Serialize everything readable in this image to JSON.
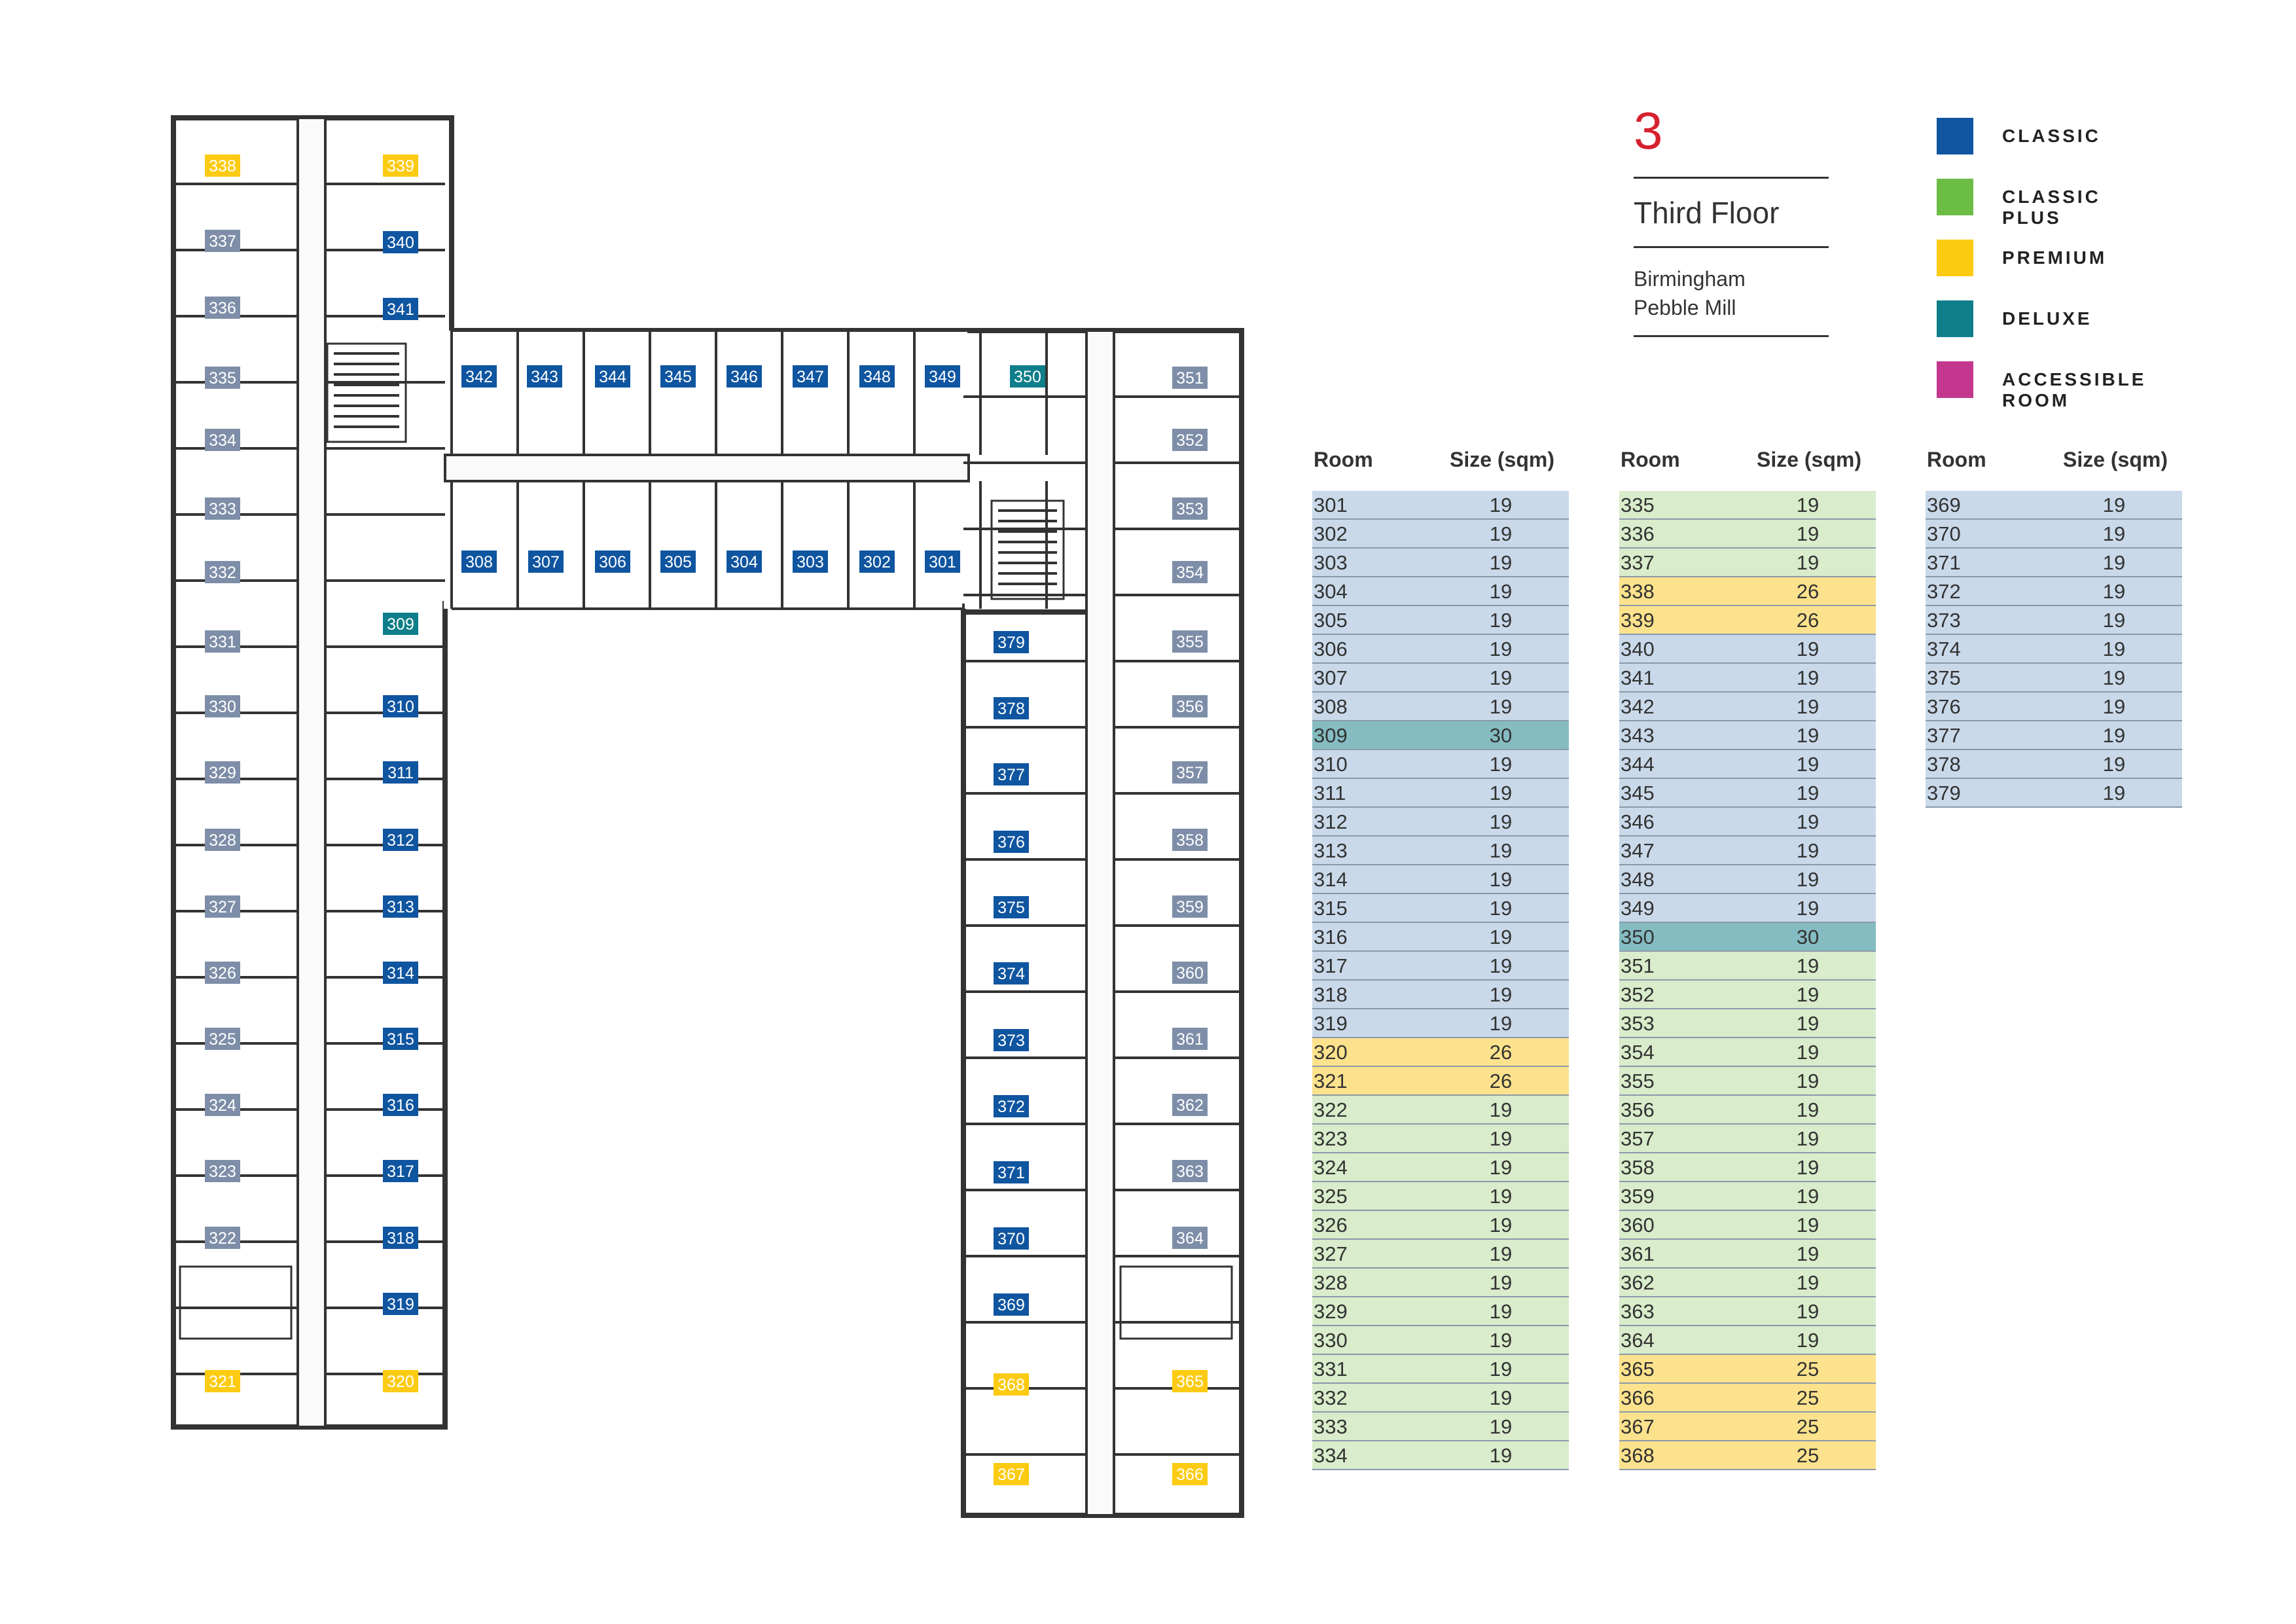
{
  "floor_number": "3",
  "floor_name": "Third Floor",
  "location": [
    "Birmingham",
    "Pebble Mill"
  ],
  "colors": {
    "classic": "#0f55a0",
    "classic_plus": "#6cbd45",
    "premium": "#fccb12",
    "deluxe": "#0e7e8a",
    "accessible": "#c4378f",
    "plan_label_grey": "#7e8ea8"
  },
  "legend": [
    {
      "key": "classic",
      "label": "CLASSIC"
    },
    {
      "key": "classic_plus",
      "label": "CLASSIC PLUS"
    },
    {
      "key": "premium",
      "label": "PREMIUM"
    },
    {
      "key": "deluxe",
      "label": "DELUXE"
    },
    {
      "key": "accessible",
      "label": "ACCESSIBLE ROOM"
    }
  ],
  "table_header": {
    "room": "Room",
    "size": "Size (sqm)"
  },
  "rooms": [
    {
      "room": "301",
      "size": "19",
      "type": "classic"
    },
    {
      "room": "302",
      "size": "19",
      "type": "classic"
    },
    {
      "room": "303",
      "size": "19",
      "type": "classic"
    },
    {
      "room": "304",
      "size": "19",
      "type": "classic"
    },
    {
      "room": "305",
      "size": "19",
      "type": "classic"
    },
    {
      "room": "306",
      "size": "19",
      "type": "classic"
    },
    {
      "room": "307",
      "size": "19",
      "type": "classic"
    },
    {
      "room": "308",
      "size": "19",
      "type": "classic"
    },
    {
      "room": "309",
      "size": "30",
      "type": "deluxe"
    },
    {
      "room": "310",
      "size": "19",
      "type": "classic"
    },
    {
      "room": "311",
      "size": "19",
      "type": "classic"
    },
    {
      "room": "312",
      "size": "19",
      "type": "classic"
    },
    {
      "room": "313",
      "size": "19",
      "type": "classic"
    },
    {
      "room": "314",
      "size": "19",
      "type": "classic"
    },
    {
      "room": "315",
      "size": "19",
      "type": "classic"
    },
    {
      "room": "316",
      "size": "19",
      "type": "classic"
    },
    {
      "room": "317",
      "size": "19",
      "type": "classic"
    },
    {
      "room": "318",
      "size": "19",
      "type": "classic"
    },
    {
      "room": "319",
      "size": "19",
      "type": "classic"
    },
    {
      "room": "320",
      "size": "26",
      "type": "premium"
    },
    {
      "room": "321",
      "size": "26",
      "type": "premium"
    },
    {
      "room": "322",
      "size": "19",
      "type": "classic_plus"
    },
    {
      "room": "323",
      "size": "19",
      "type": "classic_plus"
    },
    {
      "room": "324",
      "size": "19",
      "type": "classic_plus"
    },
    {
      "room": "325",
      "size": "19",
      "type": "classic_plus"
    },
    {
      "room": "326",
      "size": "19",
      "type": "classic_plus"
    },
    {
      "room": "327",
      "size": "19",
      "type": "classic_plus"
    },
    {
      "room": "328",
      "size": "19",
      "type": "classic_plus"
    },
    {
      "room": "329",
      "size": "19",
      "type": "classic_plus"
    },
    {
      "room": "330",
      "size": "19",
      "type": "classic_plus"
    },
    {
      "room": "331",
      "size": "19",
      "type": "classic_plus"
    },
    {
      "room": "332",
      "size": "19",
      "type": "classic_plus"
    },
    {
      "room": "333",
      "size": "19",
      "type": "classic_plus"
    },
    {
      "room": "334",
      "size": "19",
      "type": "classic_plus"
    },
    {
      "room": "335",
      "size": "19",
      "type": "classic_plus"
    },
    {
      "room": "336",
      "size": "19",
      "type": "classic_plus"
    },
    {
      "room": "337",
      "size": "19",
      "type": "classic_plus"
    },
    {
      "room": "338",
      "size": "26",
      "type": "premium"
    },
    {
      "room": "339",
      "size": "26",
      "type": "premium"
    },
    {
      "room": "340",
      "size": "19",
      "type": "classic"
    },
    {
      "room": "341",
      "size": "19",
      "type": "classic"
    },
    {
      "room": "342",
      "size": "19",
      "type": "classic"
    },
    {
      "room": "343",
      "size": "19",
      "type": "classic"
    },
    {
      "room": "344",
      "size": "19",
      "type": "classic"
    },
    {
      "room": "345",
      "size": "19",
      "type": "classic"
    },
    {
      "room": "346",
      "size": "19",
      "type": "classic"
    },
    {
      "room": "347",
      "size": "19",
      "type": "classic"
    },
    {
      "room": "348",
      "size": "19",
      "type": "classic"
    },
    {
      "room": "349",
      "size": "19",
      "type": "classic"
    },
    {
      "room": "350",
      "size": "30",
      "type": "deluxe"
    },
    {
      "room": "351",
      "size": "19",
      "type": "classic_plus"
    },
    {
      "room": "352",
      "size": "19",
      "type": "classic_plus"
    },
    {
      "room": "353",
      "size": "19",
      "type": "classic_plus"
    },
    {
      "room": "354",
      "size": "19",
      "type": "classic_plus"
    },
    {
      "room": "355",
      "size": "19",
      "type": "classic_plus"
    },
    {
      "room": "356",
      "size": "19",
      "type": "classic_plus"
    },
    {
      "room": "357",
      "size": "19",
      "type": "classic_plus"
    },
    {
      "room": "358",
      "size": "19",
      "type": "classic_plus"
    },
    {
      "room": "359",
      "size": "19",
      "type": "classic_plus"
    },
    {
      "room": "360",
      "size": "19",
      "type": "classic_plus"
    },
    {
      "room": "361",
      "size": "19",
      "type": "classic_plus"
    },
    {
      "room": "362",
      "size": "19",
      "type": "classic_plus"
    },
    {
      "room": "363",
      "size": "19",
      "type": "classic_plus"
    },
    {
      "room": "364",
      "size": "19",
      "type": "classic_plus"
    },
    {
      "room": "365",
      "size": "25",
      "type": "premium"
    },
    {
      "room": "366",
      "size": "25",
      "type": "premium"
    },
    {
      "room": "367",
      "size": "25",
      "type": "premium"
    },
    {
      "room": "368",
      "size": "25",
      "type": "premium"
    },
    {
      "room": "369",
      "size": "19",
      "type": "classic"
    },
    {
      "room": "370",
      "size": "19",
      "type": "classic"
    },
    {
      "room": "371",
      "size": "19",
      "type": "classic"
    },
    {
      "room": "372",
      "size": "19",
      "type": "classic"
    },
    {
      "room": "373",
      "size": "19",
      "type": "classic"
    },
    {
      "room": "374",
      "size": "19",
      "type": "classic"
    },
    {
      "room": "375",
      "size": "19",
      "type": "classic"
    },
    {
      "room": "376",
      "size": "19",
      "type": "classic"
    },
    {
      "room": "377",
      "size": "19",
      "type": "classic"
    },
    {
      "room": "378",
      "size": "19",
      "type": "classic"
    },
    {
      "room": "379",
      "size": "19",
      "type": "classic"
    }
  ],
  "plan_labels": {
    "left_outer": {
      "rooms": [
        "338",
        "337",
        "336",
        "335",
        "334",
        "333",
        "332",
        "331",
        "330",
        "329",
        "328",
        "327",
        "326",
        "325",
        "324",
        "323",
        "322",
        "321"
      ],
      "types": [
        "premium",
        "grey",
        "grey",
        "grey",
        "grey",
        "grey",
        "grey",
        "grey",
        "grey",
        "grey",
        "grey",
        "grey",
        "grey",
        "grey",
        "grey",
        "grey",
        "grey",
        "premium"
      ]
    },
    "left_inner": {
      "rooms": [
        "339",
        "340",
        "341",
        "309",
        "310",
        "311",
        "312",
        "313",
        "314",
        "315",
        "316",
        "317",
        "318",
        "319",
        "320"
      ],
      "types": [
        "premium",
        "classic",
        "classic",
        "deluxe",
        "classic",
        "classic",
        "classic",
        "classic",
        "classic",
        "classic",
        "classic",
        "classic",
        "classic",
        "classic",
        "premium"
      ]
    },
    "top_row": {
      "rooms": [
        "342",
        "343",
        "344",
        "345",
        "346",
        "347",
        "348",
        "349",
        "350"
      ],
      "types": [
        "classic",
        "classic",
        "classic",
        "classic",
        "classic",
        "classic",
        "classic",
        "classic",
        "deluxe"
      ]
    },
    "bottom_row": {
      "rooms": [
        "308",
        "307",
        "306",
        "305",
        "304",
        "303",
        "302",
        "301"
      ],
      "types": [
        "classic",
        "classic",
        "classic",
        "classic",
        "classic",
        "classic",
        "classic",
        "classic"
      ]
    },
    "right_inner": {
      "rooms": [
        "379",
        "378",
        "377",
        "376",
        "375",
        "374",
        "373",
        "372",
        "371",
        "370",
        "369",
        "368",
        "367"
      ],
      "types": [
        "classic",
        "classic",
        "classic",
        "classic",
        "classic",
        "classic",
        "classic",
        "classic",
        "classic",
        "classic",
        "classic",
        "premium",
        "premium"
      ]
    },
    "right_outer": {
      "rooms": [
        "351",
        "352",
        "353",
        "354",
        "355",
        "356",
        "357",
        "358",
        "359",
        "360",
        "361",
        "362",
        "363",
        "364",
        "365",
        "366"
      ],
      "types": [
        "grey",
        "grey",
        "grey",
        "grey",
        "grey",
        "grey",
        "grey",
        "grey",
        "grey",
        "grey",
        "grey",
        "grey",
        "grey",
        "grey",
        "premium",
        "premium"
      ]
    }
  }
}
